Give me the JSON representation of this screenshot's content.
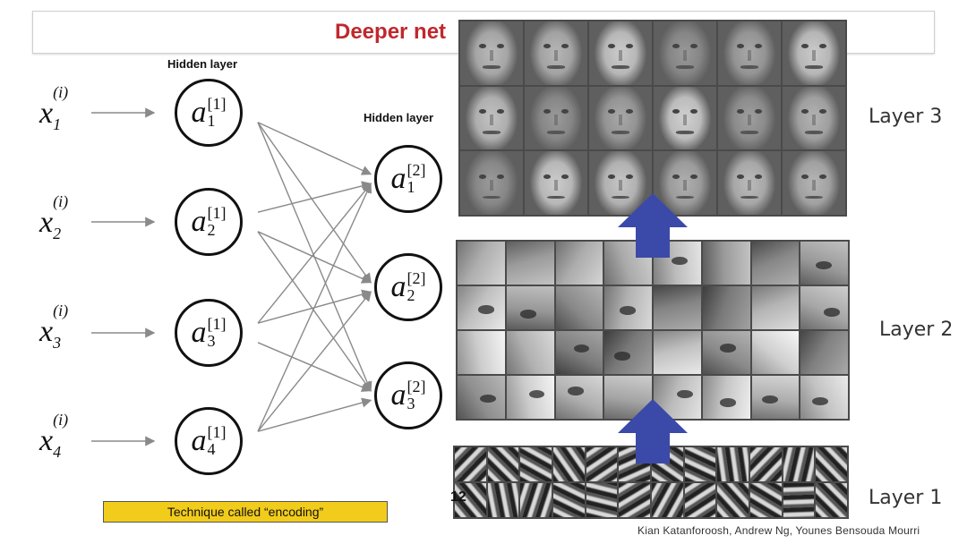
{
  "slide": {
    "title": "Deeper net",
    "hidden_layer_1_label": "Hidden layer",
    "hidden_layer_2_label": "Hidden layer",
    "technique_note": "Technique called “encoding”",
    "page_number": "12",
    "credit": "Kian Katanforoosh, Andrew Ng, Younes Bensouda Mourri"
  },
  "inputs": [
    {
      "base": "x",
      "sup": "(i)",
      "sub": "1"
    },
    {
      "base": "x",
      "sup": "(i)",
      "sub": "2"
    },
    {
      "base": "x",
      "sup": "(i)",
      "sub": "3"
    },
    {
      "base": "x",
      "sup": "(i)",
      "sub": "4"
    }
  ],
  "layer1_neurons": [
    {
      "base": "a",
      "sup": "[1]",
      "sub": "1"
    },
    {
      "base": "a",
      "sup": "[1]",
      "sub": "2"
    },
    {
      "base": "a",
      "sup": "[1]",
      "sub": "3"
    },
    {
      "base": "a",
      "sup": "[1]",
      "sub": "4"
    }
  ],
  "layer2_neurons": [
    {
      "base": "a",
      "sup": "[2]",
      "sub": "1"
    },
    {
      "base": "a",
      "sup": "[2]",
      "sub": "2"
    },
    {
      "base": "a",
      "sup": "[2]",
      "sub": "3"
    }
  ],
  "feature_panels": [
    {
      "label": "Layer 3",
      "rows": 3,
      "cols": 6,
      "kind": "face"
    },
    {
      "label": "Layer 2",
      "rows": 4,
      "cols": 8,
      "kind": "part"
    },
    {
      "label": "Layer 1",
      "rows": 2,
      "cols": 12,
      "kind": "edge"
    }
  ],
  "colors": {
    "title": "#c0282d",
    "technique_bg": "#f2cc1b",
    "arrow": "#3b4aa8",
    "connection": "#8a8a8a"
  }
}
